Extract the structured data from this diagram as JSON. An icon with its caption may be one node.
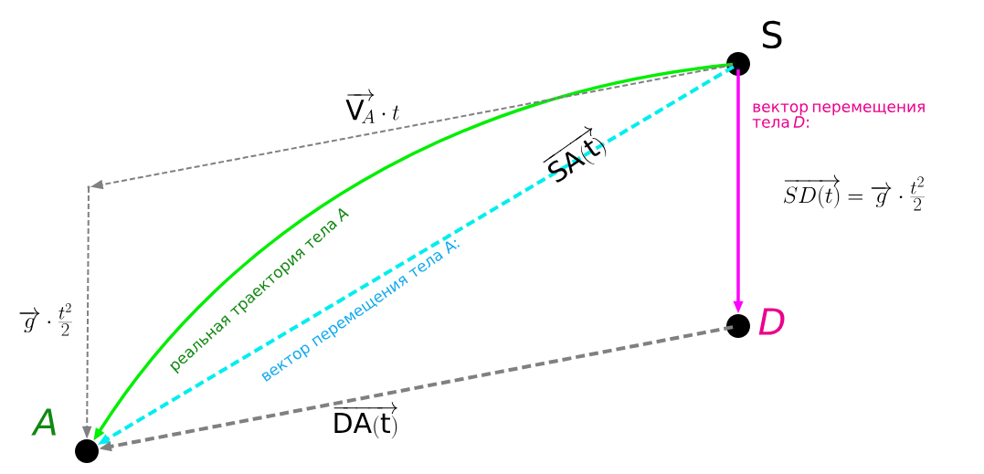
{
  "diagram": {
    "nodes": [
      {
        "text": [
          "S"
        ]
      },
      {
        "text": [
          "D"
        ]
      },
      {
        "text": [
          "A"
        ]
      },
      {
        "text": [],
        "shape": "point"
      }
    ],
    "edges": [
      {
        "from": 0,
        "to": 2,
        "arrow": "to",
        "label": "реальная траектория тела *A*",
        "color": "#00ee00"
      },
      {
        "from": 0,
        "to": 2,
        "arrow": "to",
        "label": "вектор перемещения тела A:",
        "color": "#00eeee",
        "style": "dashed"
      },
      {
        "from": 0,
        "to": 1,
        "arrow": "to",
        "label": "вектор перемещения тела *D*:",
        "color": "#ff00ff"
      },
      {
        "from": 1,
        "to": 2,
        "arrow": "to",
        "label": "\\overrightarrow{\\mathrm{DA}(\\mathrm{t})}",
        "style": "dashed",
        "color": "#808080"
      },
      {
        "from": 0,
        "to": 3,
        "arrow": "to",
        "label": "\\overrightarrow{\\mathrm{V}_{\\!A}}\\cdot t",
        "style": "dashed",
        "color": "#808080"
      },
      {
        "from": 3,
        "to": 2,
        "arrow": "to",
        "label": "\\overrightarrow{g}\\cdot\\frac{t^2}{2}",
        "style": "dashed",
        "color": "#808080"
      }
    ],
    "labels": [
      "\\overrightarrow{\\mathrm{SA}(\\mathrm{t})}",
      "\\overrightarrow{SD(t)} = \\overrightarrow{g}\\cdot\\frac{t^2}{2}"
    ]
  }
}
